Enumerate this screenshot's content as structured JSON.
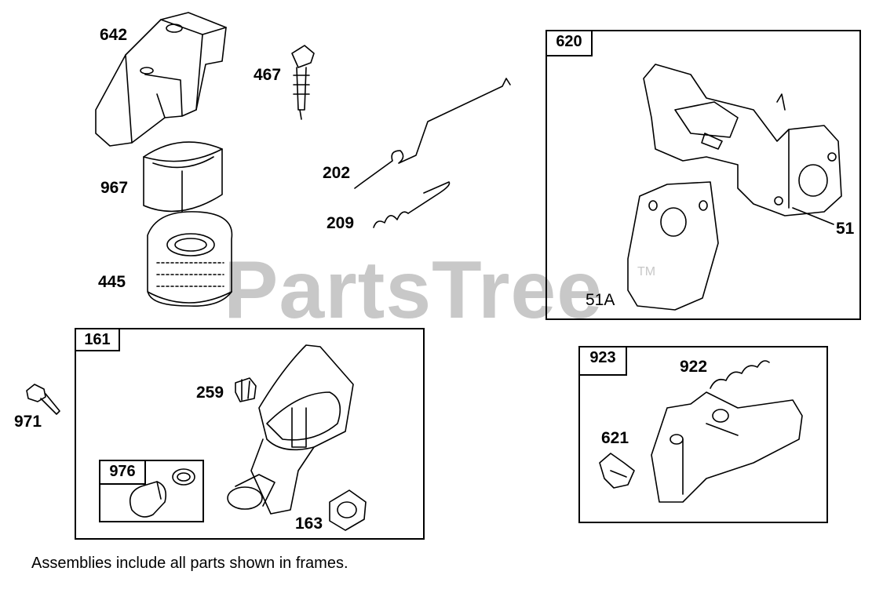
{
  "watermark": {
    "text": "PartsTree",
    "trademark": "TM"
  },
  "frames": {
    "f161": {
      "label": "161"
    },
    "f976": {
      "label": "976"
    },
    "f620": {
      "label": "620"
    },
    "f923": {
      "label": "923"
    }
  },
  "callouts": {
    "c642": "642",
    "c467": "467",
    "c967": "967",
    "c202": "202",
    "c209": "209",
    "c445": "445",
    "c971": "971",
    "c259": "259",
    "c163": "163",
    "c51": "51",
    "c51a": "51A",
    "c922": "922",
    "c621": "621"
  },
  "note": "Assemblies include all parts shown in frames."
}
